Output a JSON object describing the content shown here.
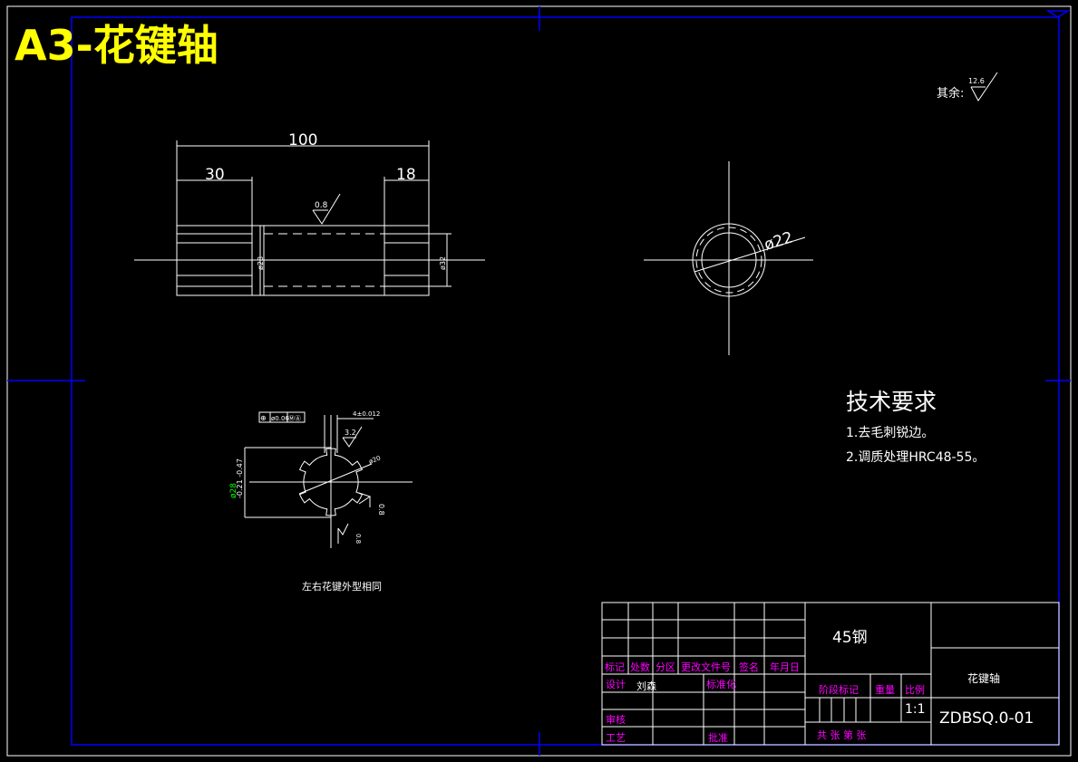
{
  "title": "A3-花键轴",
  "roughness_note": {
    "label": "其余:",
    "value": "12.6"
  },
  "front_view": {
    "dim_total": "100",
    "dim_left": "30",
    "dim_right": "18",
    "rough_surface": "0.8",
    "dia_mid": "ø28",
    "dia_right": "ø32"
  },
  "end_view": {
    "dia": "ø22"
  },
  "spline_section": {
    "tol_frame": [
      "⊕",
      "ø0.06",
      "ⓂⒶ"
    ],
    "key_width": "4±0.012",
    "rough_key": "3.2",
    "dia_outer": "ø20",
    "dia_label_a": "ø28",
    "dia_tol": "-0.21 -0.47",
    "rough_side": "0.8",
    "rough_bottom": "0.8",
    "caption": "左右花键外型相同"
  },
  "tech_requirements": {
    "heading": "技术要求",
    "items": [
      "1.去毛刺锐边。",
      "2.调质处理HRC48-55。"
    ]
  },
  "title_block": {
    "material": "45钢",
    "part_name": "花键轴",
    "drawing_no": "ZDBSQ.0-01",
    "scale": "1:1",
    "designer": "刘森",
    "row_labels": {
      "mark": "标记",
      "count": "处数",
      "zone": "分区",
      "doc_no": "更改文件号",
      "sign": "签名",
      "date": "年月日",
      "design": "设计",
      "standardize": "标准化",
      "check": "审核",
      "process": "工艺",
      "approve": "批准",
      "stage": "阶段标记",
      "weight": "重量",
      "ratio": "比例",
      "sheets": "共    张  第    张"
    }
  },
  "colors": {
    "frame": "#0000ff",
    "line": "#ffffff",
    "title": "#ffff00",
    "label": "#ff00ff",
    "dim_green": "#00ff00"
  }
}
